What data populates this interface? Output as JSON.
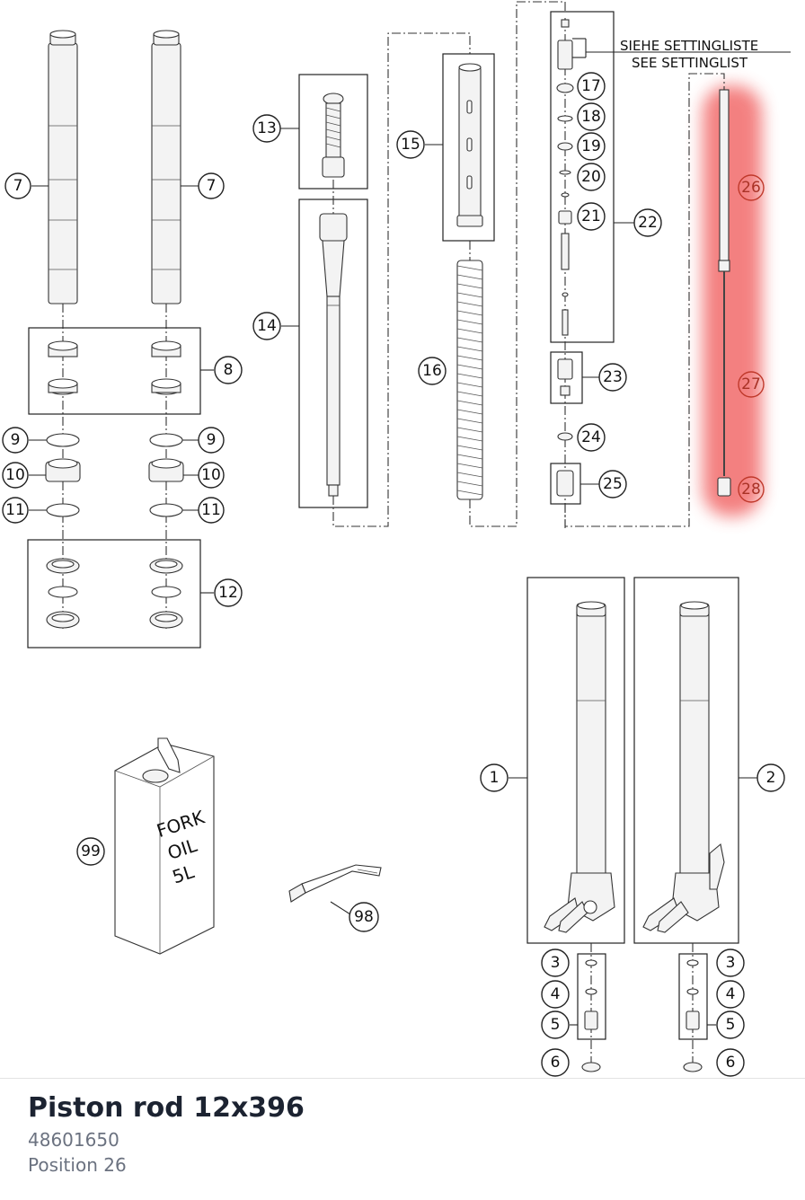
{
  "diagram": {
    "note_de": "SIEHE SETTINGLISTE",
    "note_en": "SEE SETTINGLIST",
    "oil_can": {
      "line1": "FORK",
      "line2": "OIL",
      "line3": "5L"
    },
    "highlight_color": "#f26b6b",
    "callouts": {
      "c1": "1",
      "c2": "2",
      "c3a": "3",
      "c3b": "3",
      "c4a": "4",
      "c4b": "4",
      "c5a": "5",
      "c5b": "5",
      "c6a": "6",
      "c6b": "6",
      "c7a": "7",
      "c7b": "7",
      "c8": "8",
      "c9a": "9",
      "c9b": "9",
      "c10a": "10",
      "c10b": "10",
      "c11a": "11",
      "c11b": "11",
      "c12": "12",
      "c13": "13",
      "c14": "14",
      "c15": "15",
      "c16": "16",
      "c17": "17",
      "c18": "18",
      "c19": "19",
      "c20": "20",
      "c21": "21",
      "c22": "22",
      "c23": "23",
      "c24": "24",
      "c25": "25",
      "c26": "26",
      "c27": "27",
      "c28": "28",
      "c98": "98",
      "c99": "99"
    }
  },
  "part": {
    "title": "Piston rod 12x396",
    "number": "48601650",
    "position": "Position 26"
  }
}
